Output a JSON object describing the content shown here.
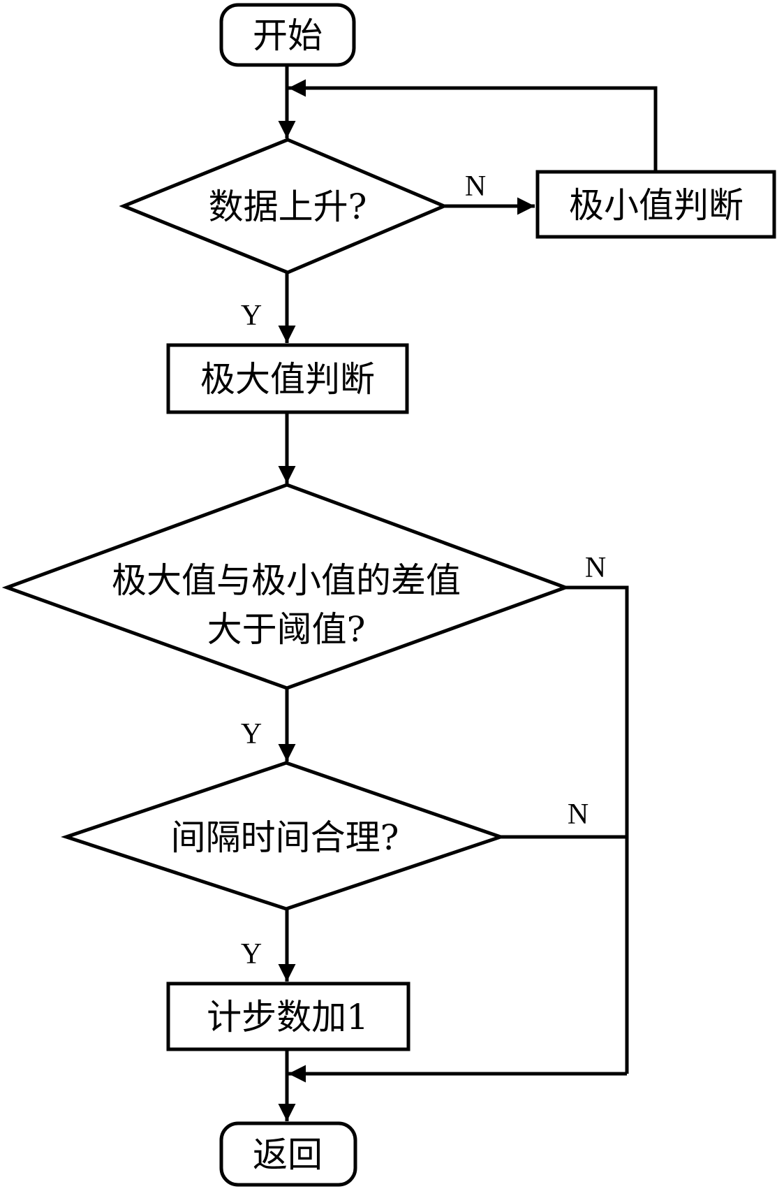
{
  "diagram": {
    "type": "flowchart",
    "colors": {
      "stroke": "#000000",
      "background": "#ffffff"
    },
    "nodes": {
      "start": {
        "shape": "terminal",
        "text": "开始"
      },
      "rising": {
        "shape": "decision",
        "text": "数据上升?"
      },
      "min_judge": {
        "shape": "process",
        "text": "极小值判断"
      },
      "max_judge": {
        "shape": "process",
        "text": "极大值判断"
      },
      "diff_check": {
        "shape": "decision",
        "line1": "极大值与极小值的差值",
        "line2": "大于阈值?"
      },
      "interval_check": {
        "shape": "decision",
        "text": "间隔时间合理?"
      },
      "step_inc": {
        "shape": "process",
        "text": "计步数加1"
      },
      "return": {
        "shape": "terminal",
        "text": "返回"
      }
    },
    "edge_labels": {
      "rising_no": "N",
      "rising_yes": "Y",
      "diff_no": "N",
      "diff_yes": "Y",
      "interval_no": "N",
      "interval_yes": "Y"
    },
    "edges": [
      {
        "from": "start",
        "to": "rising"
      },
      {
        "from": "rising",
        "to": "min_judge",
        "label": "N"
      },
      {
        "from": "min_judge",
        "to": "rising"
      },
      {
        "from": "rising",
        "to": "max_judge",
        "label": "Y"
      },
      {
        "from": "max_judge",
        "to": "diff_check"
      },
      {
        "from": "diff_check",
        "to": "interval_check",
        "label": "Y"
      },
      {
        "from": "diff_check",
        "to": "return",
        "label": "N"
      },
      {
        "from": "interval_check",
        "to": "step_inc",
        "label": "Y"
      },
      {
        "from": "interval_check",
        "to": "return",
        "label": "N"
      },
      {
        "from": "step_inc",
        "to": "return"
      }
    ]
  }
}
